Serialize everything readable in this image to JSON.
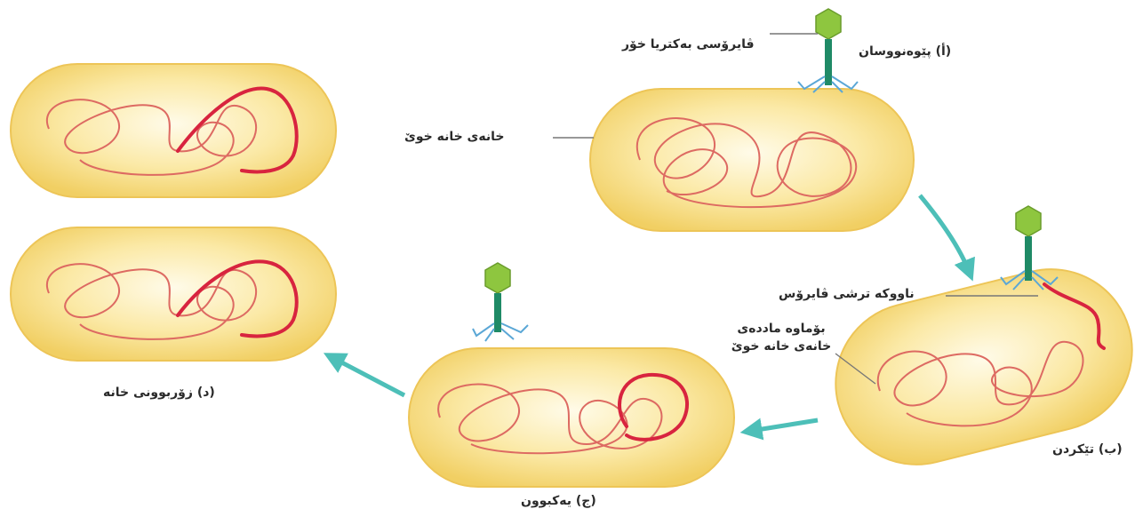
{
  "labels": {
    "stage_a": "(أ) پێوەنووسان",
    "phage_virus": "ڤایرۆسی بەکتریا خۆر",
    "host_cell": "خانەی خانە خوێ",
    "stage_b": "(ب) تێکردن",
    "viral_nucleic_acid": "ناووکە ترشی ڤایرۆس",
    "host_genetic_material_line1": "بۆماوە ماددەی",
    "host_genetic_material_line2": "خانەی خانە خوێ",
    "stage_c": "(ج) یەکبوون",
    "stage_d": "(د) زۆربوونی خانە"
  },
  "colors": {
    "cell_fill": "#f7dd7c",
    "cell_center": "#fffbe9",
    "host_dna": "#dd6a62",
    "viral_dna": "#d8243f",
    "arrow": "#4dbfb8",
    "leader_line": "#777777",
    "phage_head": "#8ec63f",
    "phage_tail": "#1f8a66",
    "phage_fibers": "#5ba7d6"
  }
}
